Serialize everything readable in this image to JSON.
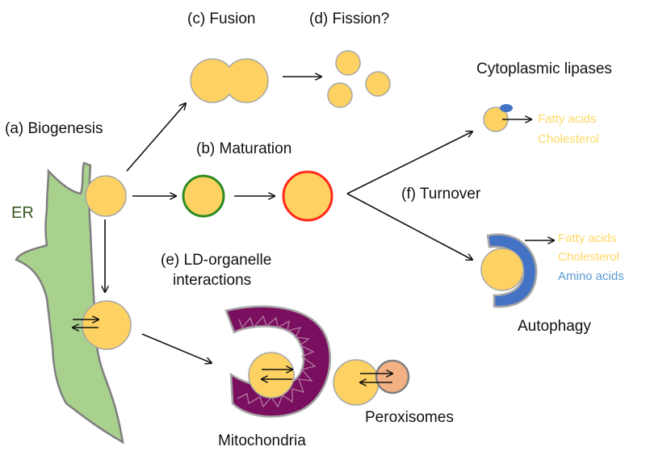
{
  "labels": {
    "fusion": "(c) Fusion",
    "fission": "(d) Fission?",
    "biogenesis": "(a) Biogenesis",
    "maturation": "(b) Maturation",
    "turnover": "(f) Turnover",
    "cytoplasmic_lipases": "Cytoplasmic lipases",
    "er": "ER",
    "interactions_line1": "(e) LD-organelle",
    "interactions_line2": "interactions",
    "autophagy": "Autophagy",
    "mitochondria": "Mitochondria",
    "peroxisomes": "Peroxisomes"
  },
  "lipase_products": [
    "Fatty acids",
    "Cholesterol"
  ],
  "autophagy_products": [
    "Fatty acids",
    "Cholesterol",
    "Amino acids"
  ],
  "colors": {
    "lipid_droplet": "#FDD262",
    "droplet_outline": "#A6A6A6",
    "er": "#A9D18E",
    "er_text": "#385723",
    "mitochondria": "#7B0F5F",
    "mitochondria_text": "#7030A0",
    "peroxisome": "#F4B183",
    "maturation_early": "#2E8B22",
    "maturation_late": "#FF2A1A",
    "lipase": "#4472C4",
    "autophagosome": "#4472C4",
    "product_lipid": "#FFD966",
    "product_amino": "#5B9BD5"
  }
}
